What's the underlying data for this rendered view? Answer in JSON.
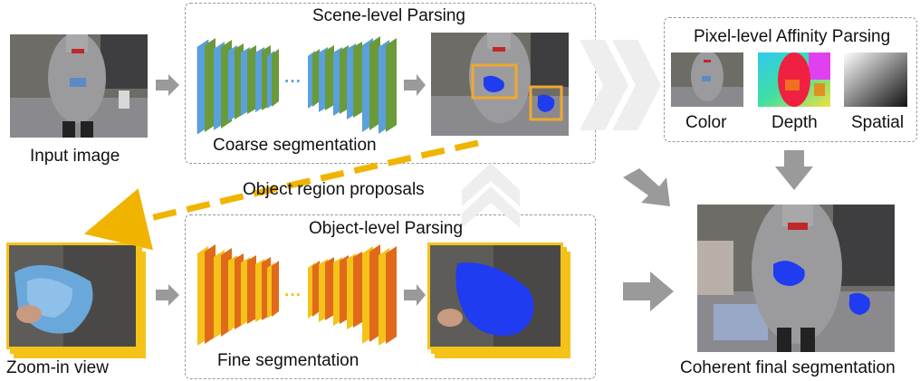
{
  "labels": {
    "input_image": "Input image",
    "scene_level": "Scene-level Parsing",
    "coarse_seg": "Coarse segmentation",
    "object_proposals": "Object region proposals",
    "pixel_affinity": "Pixel-level Affinity Parsing",
    "color": "Color",
    "depth": "Depth",
    "spatial": "Spatial",
    "object_level": "Object-level Parsing",
    "fine_seg": "Fine segmentation",
    "zoom_in": "Zoom-in view",
    "final_seg": "Coherent final segmentation",
    "ellipsis_top": "···",
    "ellipsis_bottom": "···"
  },
  "colors": {
    "coarse_layer_blue": "#5aa0dc",
    "coarse_layer_green": "#6a9a3a",
    "fine_layer_yellow": "#f5c21a",
    "fine_layer_orange": "#e06a1a",
    "proposal_box": "#f0a830",
    "mask_blue": "#1f3cf0",
    "dashed_arrow": "#f0b400",
    "gray_arrow": "#9a9a9a"
  }
}
